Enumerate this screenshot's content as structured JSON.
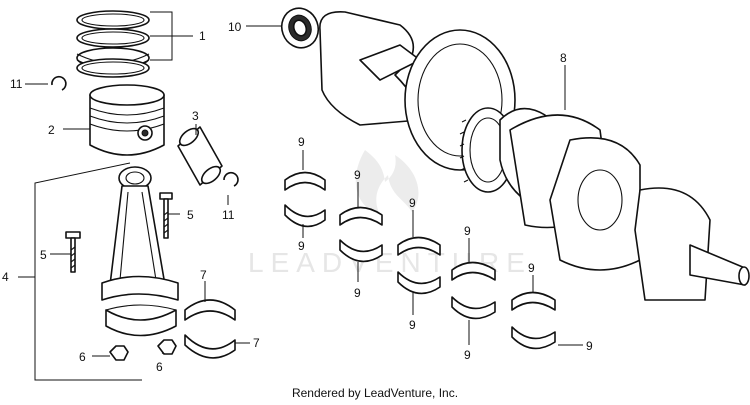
{
  "diagram": {
    "credit": "Rendered by LeadVenture, Inc.",
    "watermark_text": "LEADVENTURE",
    "callouts": [
      "1",
      "2",
      "3",
      "4",
      "5",
      "5",
      "6",
      "6",
      "7",
      "7",
      "8",
      "9",
      "9",
      "9",
      "9",
      "9",
      "9",
      "9",
      "9",
      "9",
      "9",
      "10",
      "11",
      "11"
    ]
  },
  "colors": {
    "line": "#111111",
    "background": "#ffffff",
    "watermark": "#e6e6e6"
  }
}
